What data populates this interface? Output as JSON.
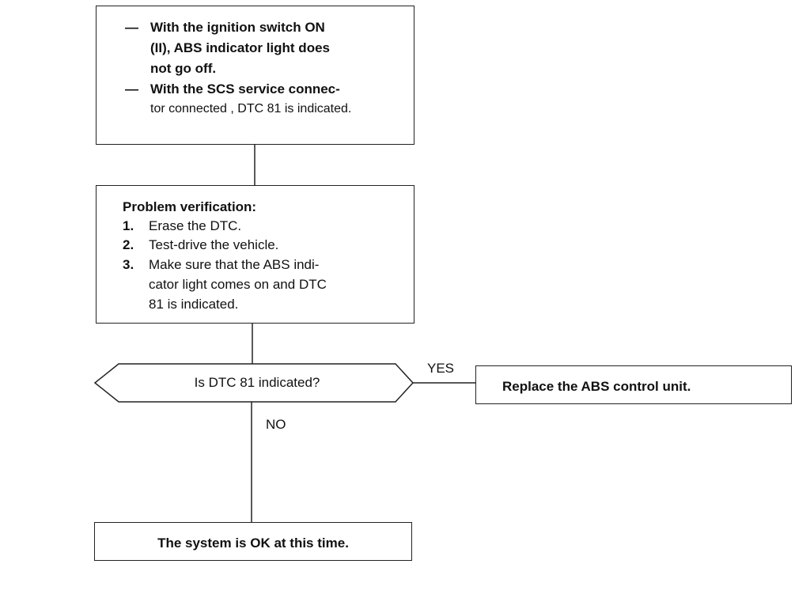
{
  "start_box": {
    "bullet_1": {
      "marker": "—",
      "lines": [
        "With the ignition switch ON",
        "(II), ABS indicator light does",
        "not go off."
      ]
    },
    "bullet_2": {
      "marker": "—",
      "lines": [
        "With the SCS service connec-",
        "tor connected , DTC 81 is indicated."
      ]
    }
  },
  "verification_box": {
    "heading": "Problem verification:",
    "steps": [
      {
        "num": "1.",
        "lines": [
          "Erase the DTC."
        ]
      },
      {
        "num": "2.",
        "lines": [
          "Test-drive the vehicle."
        ]
      },
      {
        "num": "3.",
        "lines": [
          "Make sure that the ABS indi-",
          "cator light comes on and DTC",
          "81 is indicated."
        ]
      }
    ]
  },
  "decision": {
    "question": "Is DTC 81 indicated?",
    "yes_label": "YES",
    "no_label": "NO"
  },
  "yes_box": {
    "text": "Replace the ABS control unit."
  },
  "no_box": {
    "text": "The system is OK at this time."
  }
}
